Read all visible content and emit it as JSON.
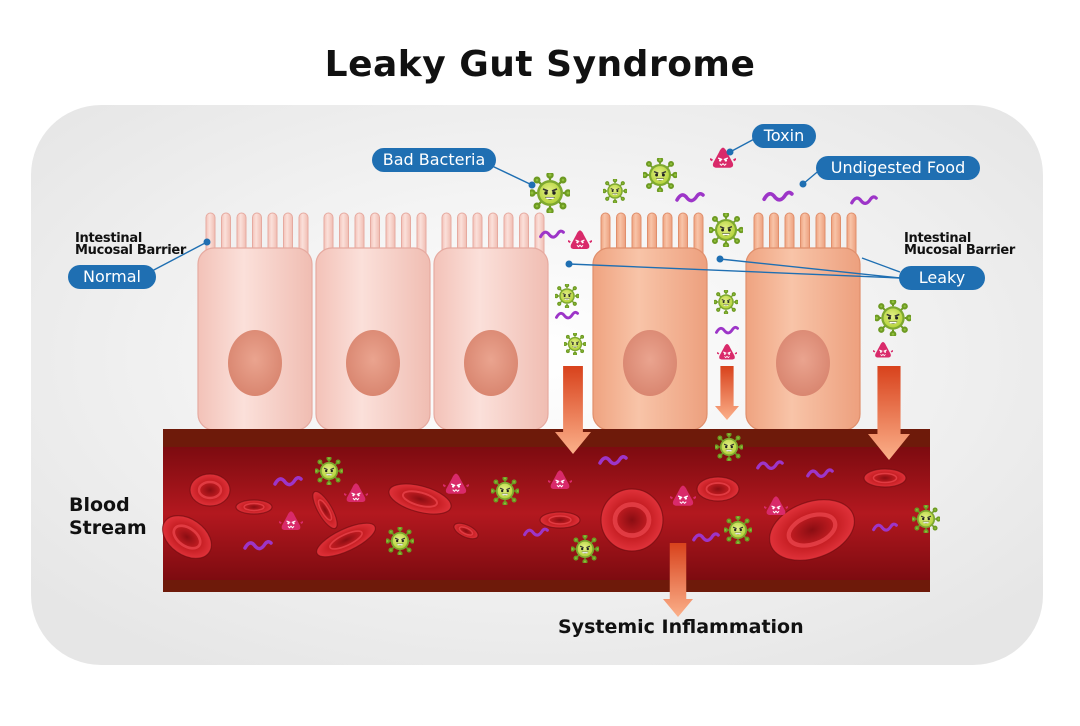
{
  "title": "Leaky Gut Syndrome",
  "labels": {
    "left_barrier": [
      "Intestinal",
      "Mucosal Barrier"
    ],
    "right_barrier": [
      "Intestinal",
      "Mucosal Barrier"
    ],
    "normal": "Normal",
    "leaky": "Leaky",
    "bad_bacteria": "Bad Bacteria",
    "toxin": "Toxin",
    "undigested_food": "Undigested Food",
    "blood_stream": [
      "Blood",
      "Stream"
    ],
    "systemic_inflammation": "Systemic Inflammation"
  },
  "colors": {
    "panel": "#efefef",
    "normal_cell": "#f8d3cc",
    "leaky_cell": "#f5b394",
    "nucleus": "#e49682",
    "vessel_wall": "#6e1a0a",
    "blood": "#a3131a",
    "bacteria": "#8fbf3b",
    "toxin": "#d92a6a",
    "food": "#9d35c8",
    "callout": "#1f6fb2",
    "arrow": "#f26b2a"
  }
}
